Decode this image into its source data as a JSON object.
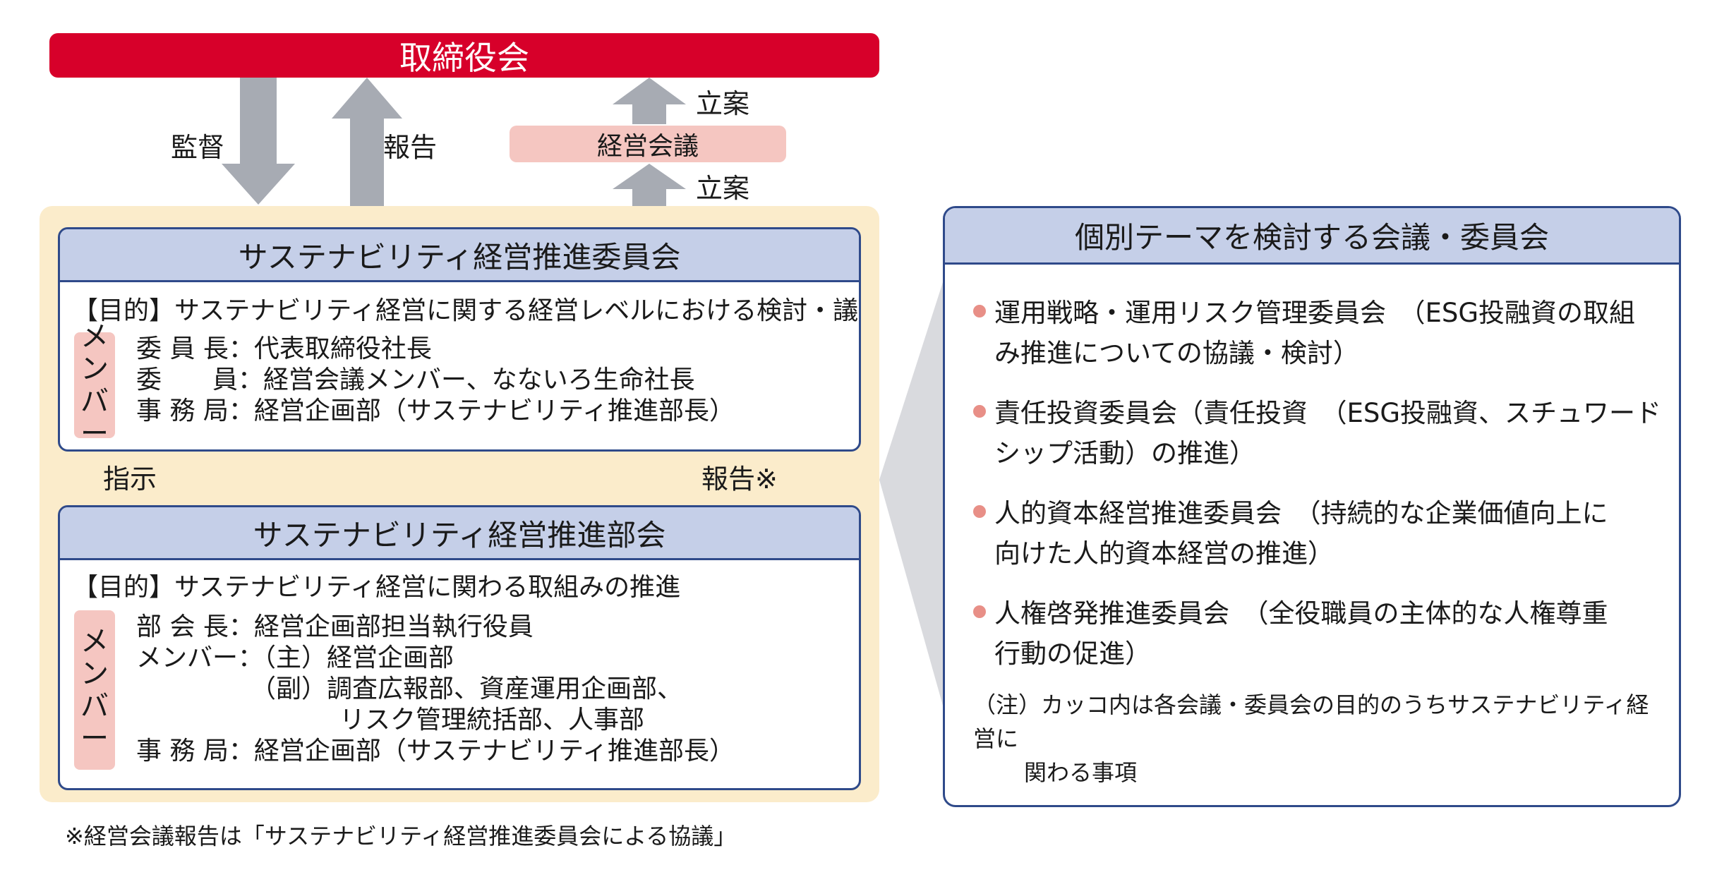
{
  "board": {
    "title": "取締役会"
  },
  "arrows": {
    "supervise": "監督",
    "report_to_board": "報告",
    "plan_upper": "立案",
    "plan_lower": "立案",
    "instruct": "指示",
    "report_note": "報告※"
  },
  "management_meeting": "経営会議",
  "committee": {
    "title": "サステナビリティ経営推進委員会",
    "purpose": "【目的】サステナビリティ経営に関する経営レベルにおける検討・議論",
    "member_tag": [
      "メ",
      "ン",
      "バ",
      "ー"
    ],
    "members": [
      "委 員 長：代表取締役社長",
      "委　　員：経営会議メンバー、なないろ生命社長",
      "事 務 局：経営企画部（サステナビリティ推進部長）"
    ]
  },
  "subcommittee": {
    "title": "サステナビリティ経営推進部会",
    "purpose": "【目的】サステナビリティ経営に関わる取組みの推進",
    "member_tag": [
      "メ",
      "ン",
      "バ",
      "ー"
    ],
    "members": [
      "部 会 長：経営企画部担当執行役員",
      "メンバー：（主）経営企画部",
      "　　　　　（副）調査広報部、資産運用企画部、",
      "　　　　　　　　リスク管理統括部、人事部",
      "事 務 局：経営企画部（サステナビリティ推進部長）"
    ]
  },
  "individual_meetings": {
    "title": "個別テーマを検討する会議・委員会",
    "items": [
      {
        "line1": "運用戦略・運用リスク管理委員会　（ESG投融資の取組",
        "line2": "み推進についての協議・検討）"
      },
      {
        "line1": "責任投資委員会（責任投資　（ESG投融資、スチュワード",
        "line2": "シップ活動）の推進）"
      },
      {
        "line1": "人的資本経営推進委員会　（持続的な企業価値向上に",
        "line2": "向けた人的資本経営の推進）"
      },
      {
        "line1": "人権啓発推進委員会　（全役職員の主体的な人権尊重",
        "line2": "行動の促進）"
      }
    ],
    "note_line1": "（注）カッコ内は各会議・委員会の目的のうちサステナビリティ経営に",
    "note_line2": "関わる事項"
  },
  "footnote": "※経営会議報告は「サステナビリティ経営推進委員会による協議」",
  "colors": {
    "board": "#d7002a",
    "arrow": "#a7abb3",
    "panel": "#fbeccb",
    "header": "#c5cfe8",
    "border": "#2f4a8a",
    "tag": "#f5c6c1",
    "bullet": "#e88f87"
  }
}
